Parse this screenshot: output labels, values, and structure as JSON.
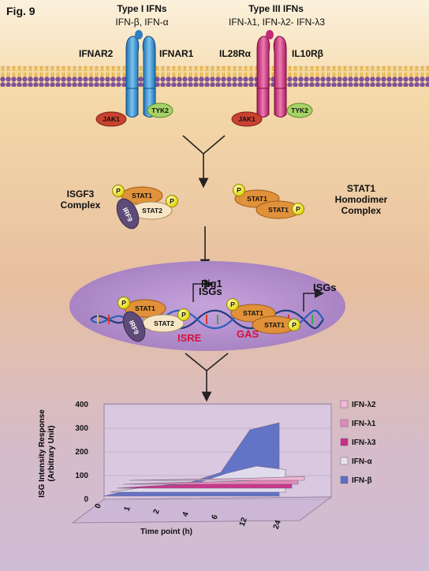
{
  "figure_label": "Fig. 9",
  "overlay_label": "Fig1",
  "type1": {
    "title": "Type I IFNs",
    "ligands": "IFN-β, IFN-α",
    "receptor_left": "IFNAR2",
    "receptor_right": "IFNAR1",
    "kinase_left": "JAK1",
    "kinase_right": "TYK2"
  },
  "type3": {
    "title": "Type III IFNs",
    "ligands": "IFN-λ1, IFN-λ2- IFN-λ3",
    "receptor_left": "IL28Rα",
    "receptor_right": "IL10Rβ",
    "kinase_left": "JAK1",
    "kinase_right": "TYK2"
  },
  "complexes": {
    "isgf3": {
      "title_line1": "ISGF3",
      "title_line2": "Complex",
      "stat1": "STAT1",
      "stat2": "STAT2",
      "irf9": "IRF9",
      "phospho": "P"
    },
    "stat1_homodimer": {
      "title_line1": "STAT1",
      "title_line2": "Homodimer",
      "title_line3": "Complex",
      "stat1": "STAT1"
    }
  },
  "nucleus": {
    "isgs_left": "ISGs",
    "isgs_right": "ISGs",
    "isre": "ISRE",
    "gas": "GAS",
    "stat1": "STAT1",
    "stat2": "STAT2",
    "irf9": "IRF9"
  },
  "colors": {
    "background_top": "#f4d8a8",
    "background_bottom": "#cdbbd6",
    "nucleus": "#b48ccb",
    "type1_receptor": "#3a8fd0",
    "type3_receptor": "#d42f7e",
    "jak1": "#d0453a",
    "tyk2": "#a6d268",
    "stat": "#e0913a",
    "stat2": "#f6e6c6",
    "irf9": "#5e4b78",
    "phospho": "#f2ef1e",
    "element_text": "#d4123a"
  },
  "chart_data": {
    "type": "area",
    "ylabel_line1": "ISG Intensity Response",
    "ylabel_line2": "(Arbitrary Unit)",
    "xlabel": "Time point (h)",
    "x": [
      "0",
      "1",
      "2",
      "4",
      "6",
      "12",
      "24"
    ],
    "yticks": [
      "0",
      "100",
      "200",
      "300",
      "400"
    ],
    "ylim": [
      0,
      400
    ],
    "view": "3d",
    "series": [
      {
        "name": "IFN-λ2",
        "color": "#f3b8d6",
        "values": [
          0,
          2,
          4,
          6,
          8,
          12,
          16
        ]
      },
      {
        "name": "IFN-λ1",
        "color": "#e489b9",
        "values": [
          0,
          4,
          8,
          10,
          14,
          20,
          26
        ]
      },
      {
        "name": "IFN-λ3",
        "color": "#c92e86",
        "values": [
          0,
          8,
          14,
          18,
          22,
          30,
          38
        ]
      },
      {
        "name": "IFN-α",
        "color": "#e7e1ef",
        "values": [
          0,
          18,
          30,
          40,
          80,
          110,
          95
        ]
      },
      {
        "name": "IFN-β",
        "color": "#5d6fc4",
        "values": [
          0,
          30,
          45,
          60,
          100,
          280,
          310
        ]
      }
    ]
  }
}
